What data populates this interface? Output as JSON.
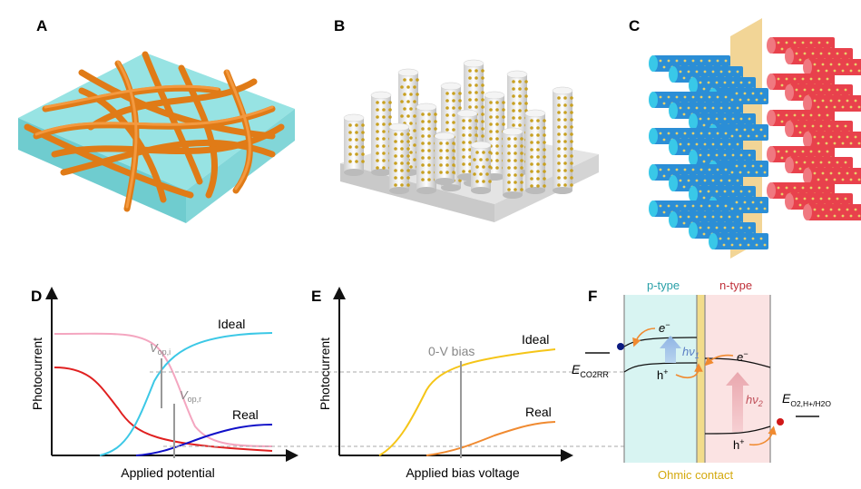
{
  "panels": {
    "a": "A",
    "b": "B",
    "c": "C",
    "d": "D",
    "e": "E",
    "f": "F"
  },
  "panel_d": {
    "ylabel": "Photocurrent",
    "xlabel": "Applied potential",
    "ideal": "Ideal",
    "real": "Real",
    "v_op_i": "V",
    "v_op_i_sub": "op,i",
    "v_op_r": "V",
    "v_op_r_sub": "op,r"
  },
  "panel_e": {
    "ylabel": "Photocurrent",
    "xlabel": "Applied bias voltage",
    "ideal": "Ideal",
    "real": "Real",
    "bias": "0-V bias"
  },
  "panel_f": {
    "p_type": "p-type",
    "n_type": "n-type",
    "ohmic": "Ohmic contact",
    "e_minus": "e",
    "sup_minus": "−",
    "h_plus": "h",
    "sup_plus": "+",
    "hv": "hν",
    "hv1_sub": "1",
    "hv2_sub": "2",
    "e_co2rr": "E",
    "e_co2rr_sub": "CO2RR",
    "e_o2": "E",
    "e_o2_sub": "O2,H+/H2O"
  },
  "colors": {
    "ideal_cyan": "#3cc8e6",
    "pink": "#f4a6c0",
    "red": "#e02020",
    "blue": "#1010c8",
    "yellow": "#f5c518",
    "orange": "#f08a30",
    "p_fill": "#d8f4f2",
    "n_fill": "#fbe3e3",
    "ohmic": "#f2dc8a",
    "nanowire_orange": "#f08b22",
    "substrate_cyan": "#8adede",
    "rod_blue": "#2b8ed6",
    "rod_red": "#e8414c"
  }
}
